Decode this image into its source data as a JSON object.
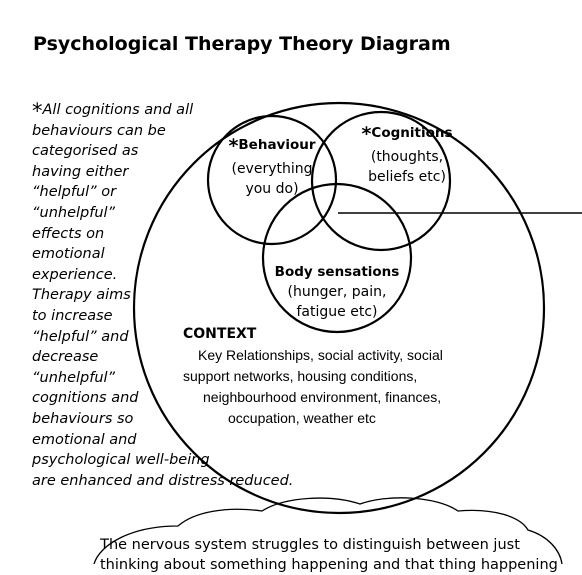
{
  "title": "Psychological Therapy Theory Diagram",
  "side_note": {
    "asterisk": "*",
    "lines": [
      "All cognitions and all",
      "behaviours can be",
      "categorised as",
      "having either",
      "“helpful” or",
      "“unhelpful”",
      "effects on",
      "emotional",
      "experience.",
      "Therapy aims",
      "to increase",
      "“helpful” and",
      "decrease",
      "“unhelpful”",
      "cognitions and",
      "behaviours so",
      "emotional and",
      "psychological well-being",
      "are enhanced and distress reduced."
    ]
  },
  "venn": {
    "behaviour": {
      "asterisk": "*",
      "label": "Behaviour",
      "detail_lines": [
        "(everything",
        "you do)"
      ]
    },
    "cognitions": {
      "asterisk": "*",
      "label": "Cognitions",
      "detail_lines": [
        "(thoughts,",
        "beliefs etc)"
      ]
    },
    "body": {
      "label": "Body sensations",
      "detail_lines": [
        "(hunger, pain,",
        "fatigue etc)"
      ]
    }
  },
  "context": {
    "title": "CONTEXT",
    "lines": [
      "Key Relationships, social activity, social",
      "support networks, housing conditions,",
      "neighbourhood environment, finances,",
      "occupation, weather etc"
    ]
  },
  "cloud": {
    "lines": [
      "The nervous system struggles to distinguish between just",
      "thinking about something happening and that thing happening"
    ]
  }
}
